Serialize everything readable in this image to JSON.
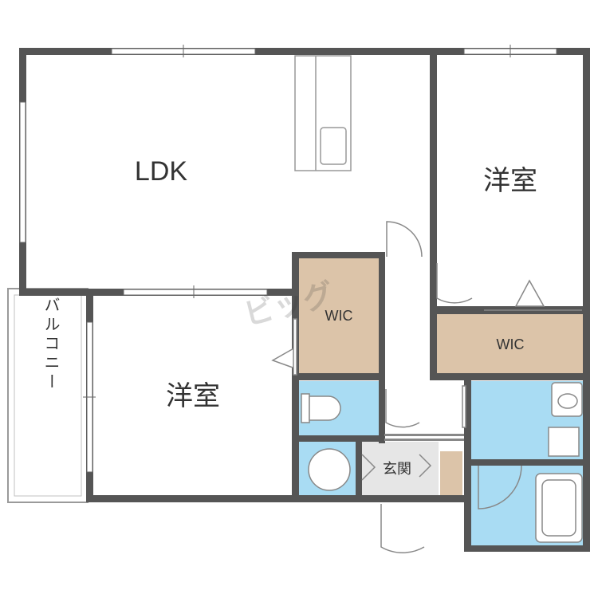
{
  "floorplan": {
    "rooms": {
      "ldk": "LDK",
      "western_room_right": "洋室",
      "western_room_left": "洋室",
      "wic_center": "WIC",
      "wic_right": "WIC",
      "entrance": "玄関",
      "balcony": "バルコニー"
    },
    "watermark": "ビッグ",
    "colors": {
      "wall": "#555555",
      "wic_fill": "#dcc4a9",
      "wet_area_fill": "#a9dcf3",
      "entrance_fill": "#e6e6e6",
      "fixture_stroke": "#888888"
    }
  }
}
